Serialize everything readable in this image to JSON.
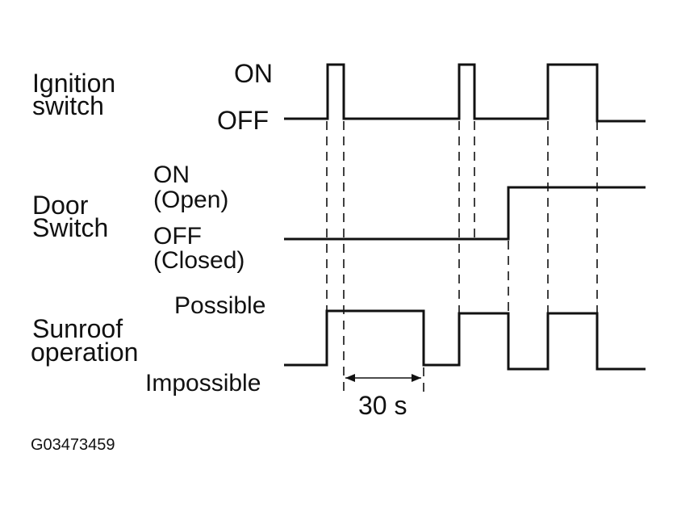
{
  "figure_id": "G03473459",
  "signals": [
    {
      "id": "ignition",
      "name_lines": [
        "Ignition",
        "switch"
      ],
      "high_state": [
        "ON"
      ],
      "low_state": [
        "OFF"
      ]
    },
    {
      "id": "door",
      "name_lines": [
        "Door",
        "Switch"
      ],
      "high_state": [
        "ON",
        "(Open)"
      ],
      "low_state": [
        "OFF",
        "(Closed)"
      ]
    },
    {
      "id": "sunroof",
      "name_lines": [
        "Sunroof",
        "operation"
      ],
      "high_state": [
        "Possible"
      ],
      "low_state": [
        "Impossible"
      ]
    }
  ],
  "timing_annotation": "30 s",
  "colors": {
    "ink": "#111111",
    "background": "#ffffff"
  }
}
